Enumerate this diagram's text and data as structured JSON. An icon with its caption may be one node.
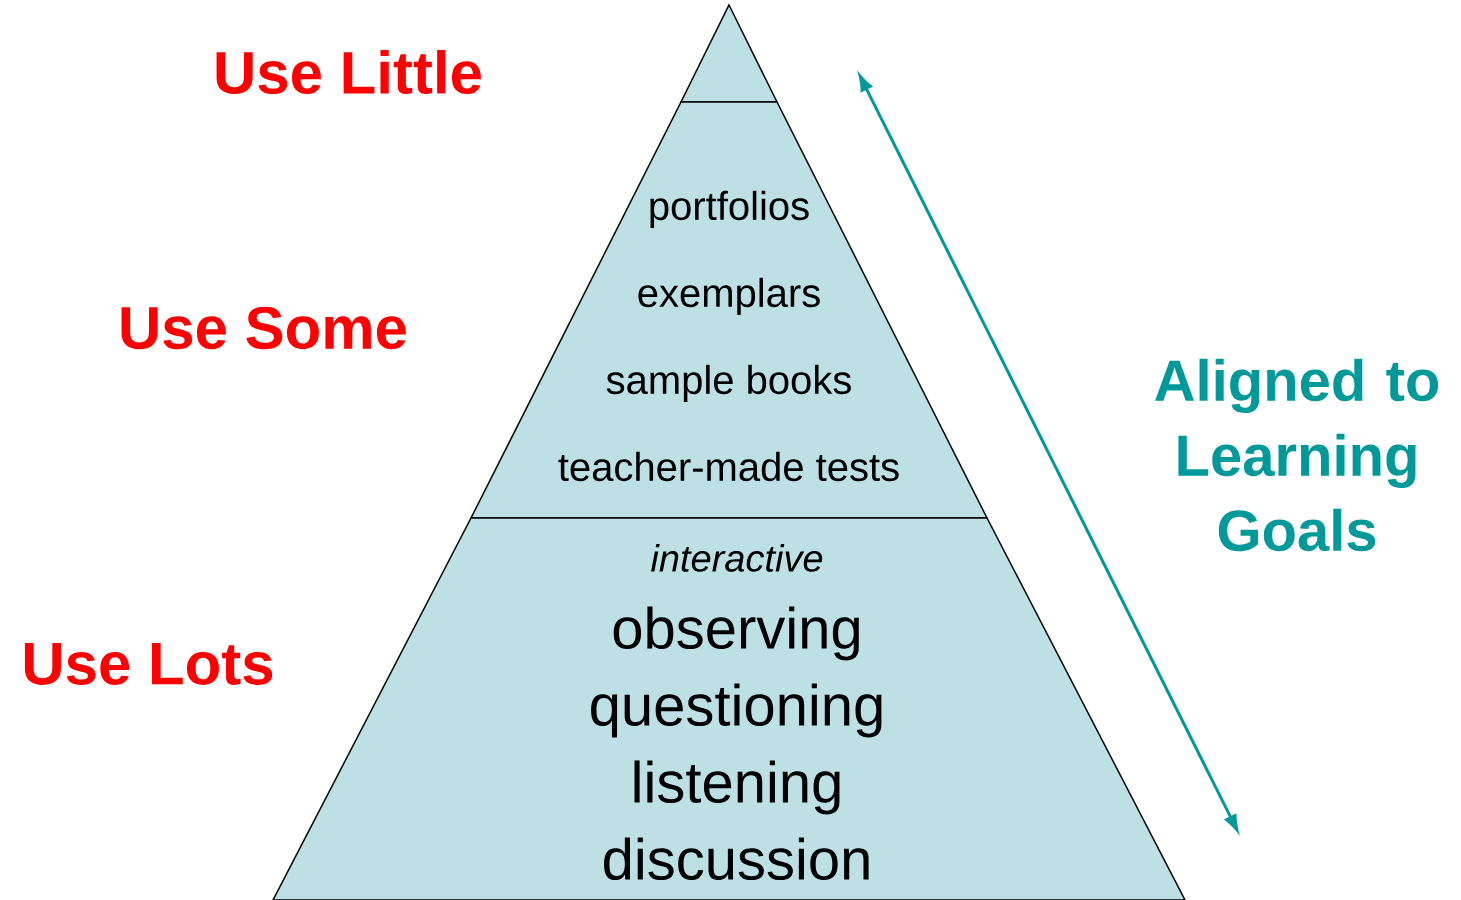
{
  "diagram": {
    "nodes": [
      {
        "text": [],
        "shape": "triangle"
      },
      {
        "text": [
          "portfolios",
          "exemplars",
          "sample books",
          "teacher-made tests"
        ]
      },
      {
        "text": [
          "interactive",
          "observing",
          "questioning",
          "listening",
          "discussion"
        ]
      }
    ],
    "edges": [],
    "labels": [
      "Use Little",
      "Use Some",
      "Use Lots",
      "Aligned to Learning Goals"
    ]
  }
}
